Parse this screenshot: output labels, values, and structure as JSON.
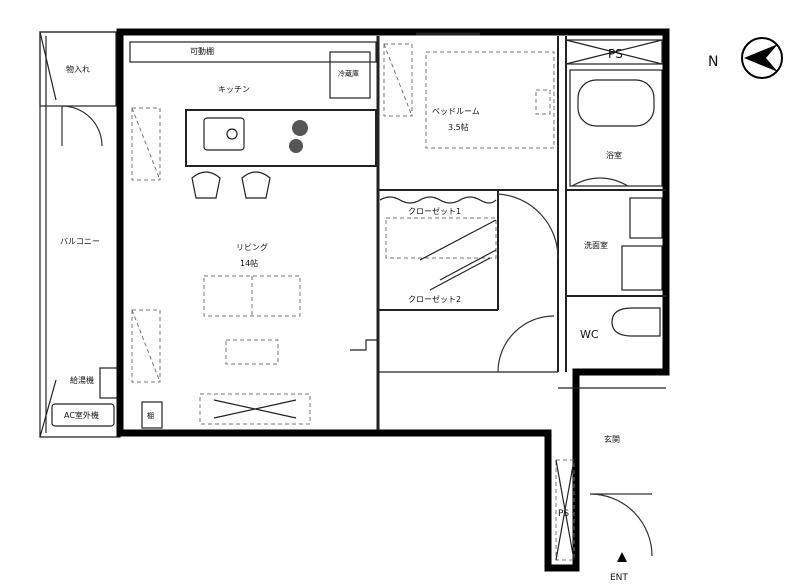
{
  "labels": {
    "storage_closet": "物入れ",
    "balcony": "バルコニー",
    "water_heater": "給湯機",
    "ac_outdoor": "AC室外機",
    "movable_shelf": "可動棚",
    "kitchen": "キッチン",
    "fridge": "冷蔵庫",
    "living": "リビング",
    "living_size": "14帖",
    "shoe_cabinet": "棚",
    "bedroom": "ベッドルーム",
    "bedroom_size": "3.5帖",
    "closet1": "クローゼット1",
    "closet2": "クローゼット2",
    "ps_top": "PS",
    "bath": "浴室",
    "washroom": "洗面室",
    "wc": "WC",
    "entrance": "玄関",
    "ps_bottom": "PS",
    "ent": "ENT",
    "north": "N"
  }
}
